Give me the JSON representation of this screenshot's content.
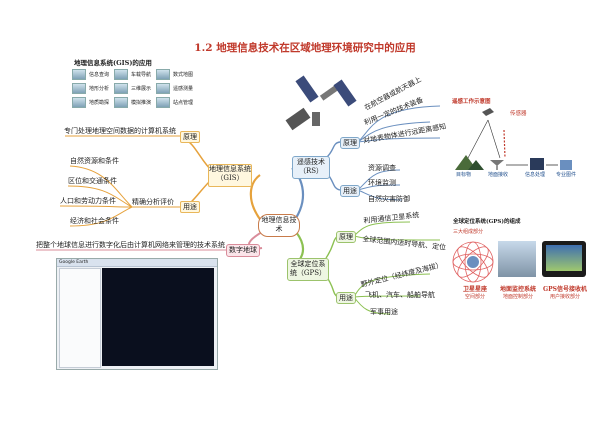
{
  "title": "1.2 地理信息技术在区域地理环境研究中的应用",
  "gis_panel": {
    "heading": "地理信息系统(GIS)的应用",
    "icons": [
      {
        "label": "信息查询",
        "icon": "query-icon"
      },
      {
        "label": "车载导航",
        "icon": "car-nav-icon"
      },
      {
        "label": "数式地图",
        "icon": "digital-map-icon"
      },
      {
        "label": "地形分析",
        "icon": "terrain-icon"
      },
      {
        "label": "三维展示",
        "icon": "3d-icon"
      },
      {
        "label": "遥感测量",
        "icon": "rs-icon"
      },
      {
        "label": "地质勘探",
        "icon": "geology-icon"
      },
      {
        "label": "模拟推演",
        "icon": "simulate-icon"
      },
      {
        "label": "站点管理",
        "icon": "station-icon"
      }
    ]
  },
  "center": "地理信息技术",
  "gis": {
    "node": "地理信息系统（GIS）",
    "principle_label": "原理",
    "principle": "专门处理地理空间数据的计算机系统",
    "use_label": "用途",
    "use_sub": "精确分析评价",
    "uses": [
      "自然资源和条件",
      "区位和交通条件",
      "人口和劳动力条件",
      "经济和社会条件"
    ]
  },
  "digital_earth": {
    "node": "数字地球",
    "desc": "把整个地球信息进行数字化后由计算机网络来管理的技术系统"
  },
  "rs": {
    "node": "遥感技术（RS）",
    "principle_label": "原理",
    "principles": [
      "在航空器或航天器上",
      "利用一定的技术装备",
      "对地表物体进行远距离感知"
    ],
    "use_label": "用途",
    "uses": [
      "资源调查",
      "环境监测",
      "自然灾害防御"
    ]
  },
  "gps": {
    "node": "全球定位系统（GPS）",
    "principle_label": "原理",
    "principles": [
      "利用通信卫星系统",
      "全球范围内适时导航、定位"
    ],
    "use_label": "用途",
    "uses": [
      "野外定位（经纬度及海拔）",
      "飞机、汽车、船舶导航",
      "军事用途"
    ]
  },
  "rs_panel": {
    "heading": "遥感工作示意图",
    "sensor": "传感器",
    "labels": [
      "目标物",
      "地面接收",
      "信息处理",
      "专业图件"
    ]
  },
  "gps_panel": {
    "heading": "全球定位系统(GPS)的组成",
    "sub": "三大组成部分",
    "items": [
      {
        "title": "卫星星座",
        "sub": "空间部分"
      },
      {
        "title": "地面监控系统",
        "sub": "地面控制部分"
      },
      {
        "title": "GPS信号接收机",
        "sub": "用户接收部分"
      }
    ]
  },
  "earth_window": {
    "app_name": "Google Earth"
  }
}
